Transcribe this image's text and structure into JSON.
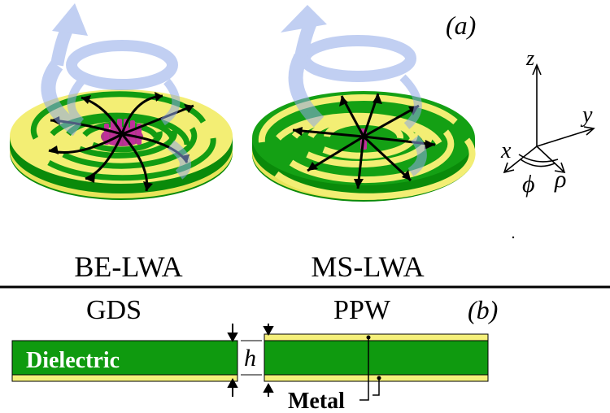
{
  "panel_a": {
    "label": "(a)",
    "antenna_left": {
      "caption": "BE-LWA"
    },
    "antenna_right": {
      "caption": "MS-LWA"
    },
    "axes": {
      "z": "z",
      "y": "y",
      "x": "x",
      "phi": "ϕ",
      "rho": "ρ"
    }
  },
  "panel_b": {
    "label": "(b)",
    "left_title": "GDS",
    "right_title": "PPW",
    "dielectric_label": "Dielectric",
    "gap_label": "h",
    "metal_label": "Metal"
  },
  "colors": {
    "dielectric_green": "#0f9a0f",
    "dielectric_dark": "#0a7a0a",
    "metal_yellow": "#f5f07a",
    "pins_magenta": "#c0309a",
    "wave_blue": "#8fa8e8",
    "arrow_black": "#000000"
  }
}
